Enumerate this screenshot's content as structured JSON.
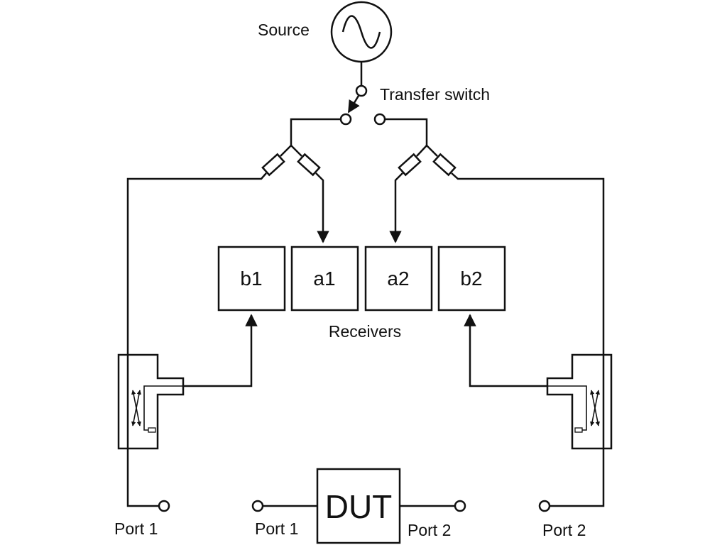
{
  "source": {
    "label": "Source"
  },
  "switch": {
    "label": "Transfer switch"
  },
  "receivers": {
    "label": "Receivers",
    "boxes": [
      "b1",
      "a1",
      "a2",
      "b2"
    ]
  },
  "dut": {
    "label": "DUT"
  },
  "ports": {
    "left_outer": "Port 1",
    "dut_left": "Port 1",
    "dut_right": "Port 2",
    "right_outer": "Port 2"
  }
}
